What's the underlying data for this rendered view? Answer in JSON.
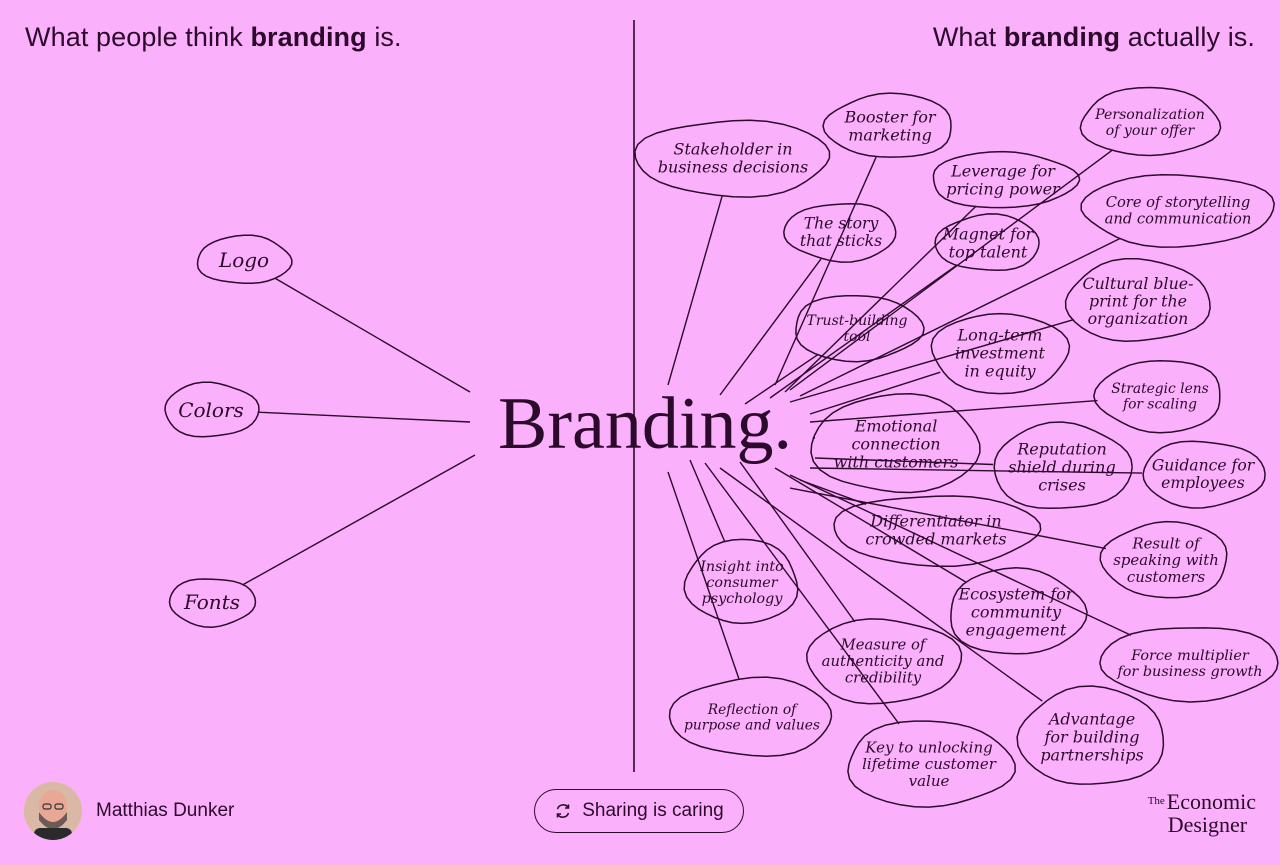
{
  "header": {
    "left": {
      "pre": "What people think ",
      "bold": "branding",
      "post": " is."
    },
    "right": {
      "pre": "What ",
      "bold": "branding",
      "post": " actually is."
    }
  },
  "center_word": "Branding.",
  "left_nodes": [
    {
      "lines": [
        "Logo"
      ]
    },
    {
      "lines": [
        "Colors"
      ]
    },
    {
      "lines": [
        "Fonts"
      ]
    }
  ],
  "right_nodes": [
    {
      "lines": [
        "Stakeholder in",
        "business decisions"
      ]
    },
    {
      "lines": [
        "Booster for",
        "marketing"
      ]
    },
    {
      "lines": [
        "Personalization",
        "of your offer"
      ]
    },
    {
      "lines": [
        "Leverage for",
        "pricing power"
      ]
    },
    {
      "lines": [
        "Core of storytelling",
        "and communication"
      ]
    },
    {
      "lines": [
        "The story",
        "that sticks"
      ]
    },
    {
      "lines": [
        "Magnet for",
        "top talent"
      ]
    },
    {
      "lines": [
        "Cultural blue-",
        "print for the",
        "organization"
      ]
    },
    {
      "lines": [
        "Trust-building",
        "tool"
      ]
    },
    {
      "lines": [
        "Long-term",
        "investment",
        "in equity"
      ]
    },
    {
      "lines": [
        "Strategic lens",
        "for scaling"
      ]
    },
    {
      "lines": [
        "Emotional",
        "connection",
        "with customers"
      ]
    },
    {
      "lines": [
        "Reputation",
        "shield during",
        "crises"
      ]
    },
    {
      "lines": [
        "Guidance for",
        "employees"
      ]
    },
    {
      "lines": [
        "Differentiator in",
        "crowded markets"
      ]
    },
    {
      "lines": [
        "Result of",
        "speaking with",
        "customers"
      ]
    },
    {
      "lines": [
        "Insight into",
        "consumer",
        "psychology"
      ]
    },
    {
      "lines": [
        "Ecosystem for",
        "community",
        "engagement"
      ]
    },
    {
      "lines": [
        "Measure of",
        "authenticity and",
        "credibility"
      ]
    },
    {
      "lines": [
        "Force multiplier",
        "for business growth"
      ]
    },
    {
      "lines": [
        "Reflection of",
        "purpose and values"
      ]
    },
    {
      "lines": [
        "Advantage",
        "for building",
        "partnerships"
      ]
    },
    {
      "lines": [
        "Key to unlocking",
        "lifetime customer",
        "value"
      ]
    }
  ],
  "footer": {
    "author": "Matthias Dunker",
    "share_label": "Sharing is caring",
    "logo_the": "The",
    "logo_line1": "Economic",
    "logo_line2": "Designer"
  },
  "colors": {
    "background": "#fbb0fb",
    "ink": "#2c0a2c"
  }
}
